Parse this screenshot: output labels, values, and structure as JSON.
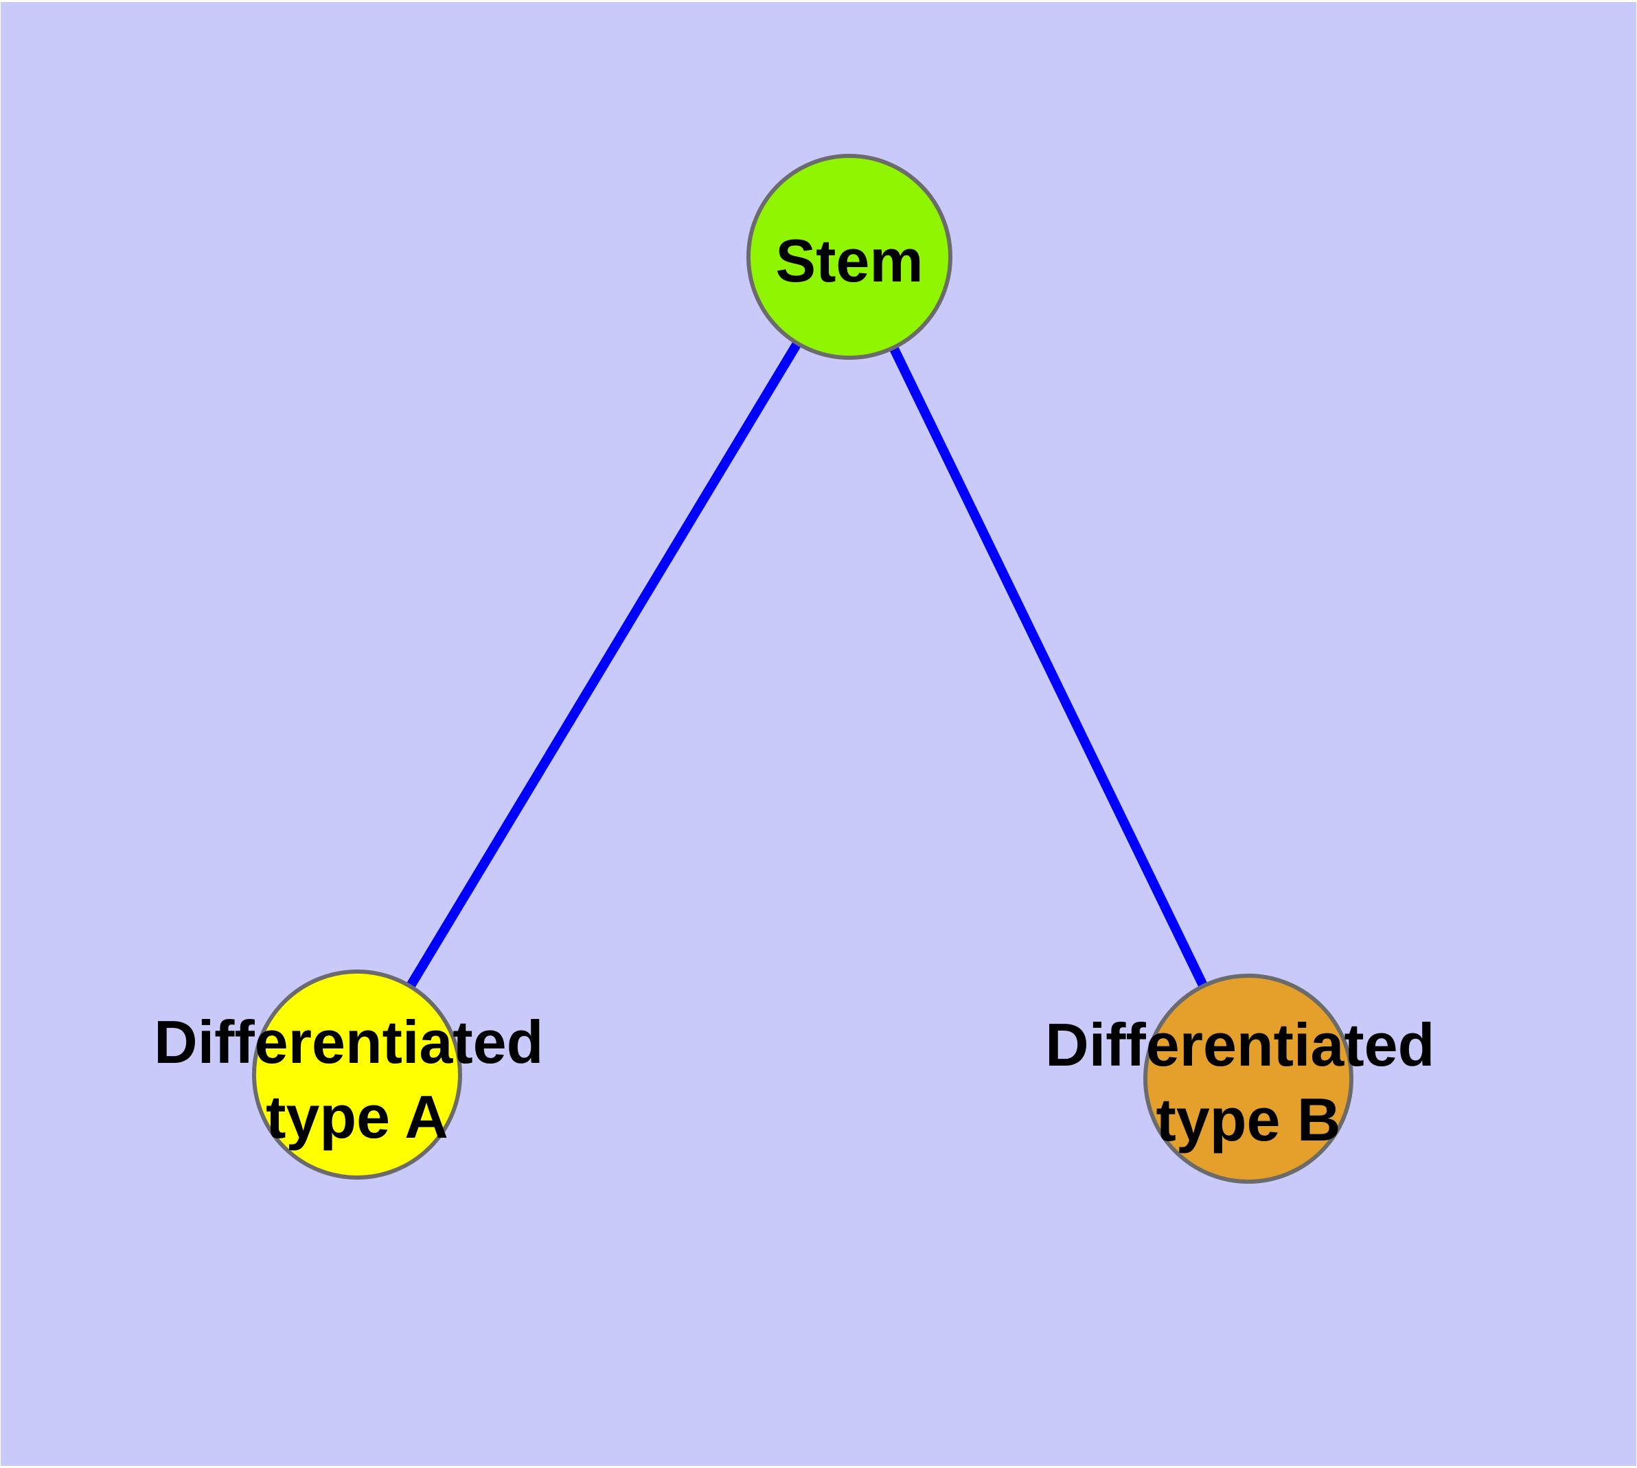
{
  "diagram_type": "node-link-graph",
  "colors": {
    "page_margin": "#FFFFFF",
    "background": "#C9C9FA",
    "edge": "#0000FF",
    "node_border": "#6B6B6B",
    "label_text": "#000000"
  },
  "graph": {
    "nodes": [
      {
        "id": "stem",
        "label": "Stem",
        "label_lines": [
          "Stem"
        ],
        "fill": "#8FF500"
      },
      {
        "id": "differentiated-type-a",
        "label": "Differentiated type A",
        "label_lines": [
          "Differentiated",
          "type A"
        ],
        "fill": "#FFFF00"
      },
      {
        "id": "differentiated-type-b",
        "label": "Differentiated type B",
        "label_lines": [
          "Differentiated",
          "type B"
        ],
        "fill": "#E4A02A"
      }
    ],
    "edges": [
      {
        "from": "stem",
        "to": "differentiated-type-a"
      },
      {
        "from": "stem",
        "to": "differentiated-type-b"
      }
    ]
  }
}
